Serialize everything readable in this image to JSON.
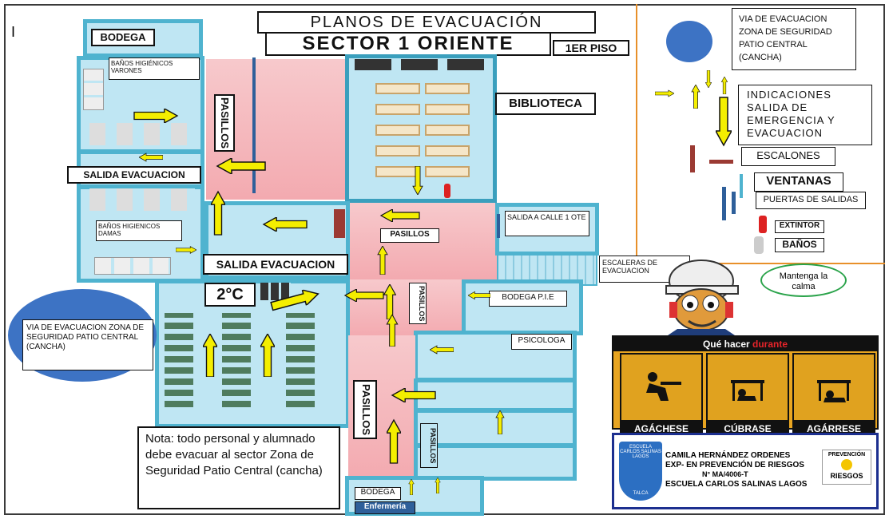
{
  "title": {
    "line1": "PLANOS DE EVACUACIÓN",
    "line2": "SECTOR 1 ORIENTE",
    "floor": "1ER PISO",
    "corner_mark": "I"
  },
  "rooms": {
    "bodega_top": "BODEGA",
    "banos_varones": "BAÑOS HIGIÉNICOS VARONES",
    "banos_damas": "BAÑOS HIGIENICOS DAMAS",
    "salida_evacuacion_1": "SALIDA EVACUACION",
    "salida_evacuacion_2": "SALIDA EVACUACION",
    "pasillos_left": "PASILLOS",
    "biblioteca": "BIBLIOTECA",
    "pasillos_center": "PASILLOS",
    "salida_calle": "SALIDA A CALLE 1 OTE",
    "escaleras": "ESCALERAS DE EVACUACION",
    "bodega_pie": "BODEGA P.I.E",
    "pasillos_small": "PASILLOS",
    "classroom": "2°C",
    "psicologa": "PSICOLOGA",
    "pasillos_big": "PASILLOS",
    "pasillos_bottom": "PASILLOS",
    "bodega_bottom": "BODEGA",
    "enfermeria": "Enfermería"
  },
  "zona_left": "VIA DE EVACUACION ZONA DE SEGURIDAD PATIO CENTRAL (CANCHA)",
  "note": "Nota: todo personal y alumnado debe evacuar al sector Zona de Seguridad Patio Central (cancha)",
  "legend": {
    "zona": "VIA DE EVACUACION ZONA DE SEGURIDAD PATIO CENTRAL (CANCHA)",
    "indicaciones": "INDICACIONES SALIDA DE EMERGENCIA Y EVACUACION",
    "escalones": "ESCALONES",
    "ventanas": "VENTANAS",
    "puertas": "PUERTAS DE SALIDAS",
    "extintor": "EXTINTOR",
    "banos": "BAÑOS"
  },
  "speech": "Mantenga la calma",
  "quake_panel": {
    "title_a": "Qué hacer ",
    "title_b": "durante",
    "actions": [
      "AGÁCHESE",
      "CÚBRASE",
      "AGÁRRESE"
    ]
  },
  "credit": {
    "school_logo": "ESCUELA CARLOS SALINAS LAGOS",
    "school_logo_city": "TALCA",
    "line1": "CAMILA HERNÁNDEZ ORDENES",
    "line2": "EXP- EN PREVENCIÓN DE RIESGOS",
    "line3": "N° MA/4006-T",
    "line4": "ESCUELA CARLOS SALINAS LAGOS",
    "logo_top": "PREVENCIÓN",
    "logo_bottom": "RIESGOS"
  },
  "colors": {
    "arrow_fill": "#f4ee00",
    "room_fill": "#bfe6f3",
    "wall": "#4fb3cf",
    "corridor": "#f3aab0",
    "zone": "#3d73c4",
    "panel": "#e0a21f",
    "legend_line": "#e8902a"
  }
}
